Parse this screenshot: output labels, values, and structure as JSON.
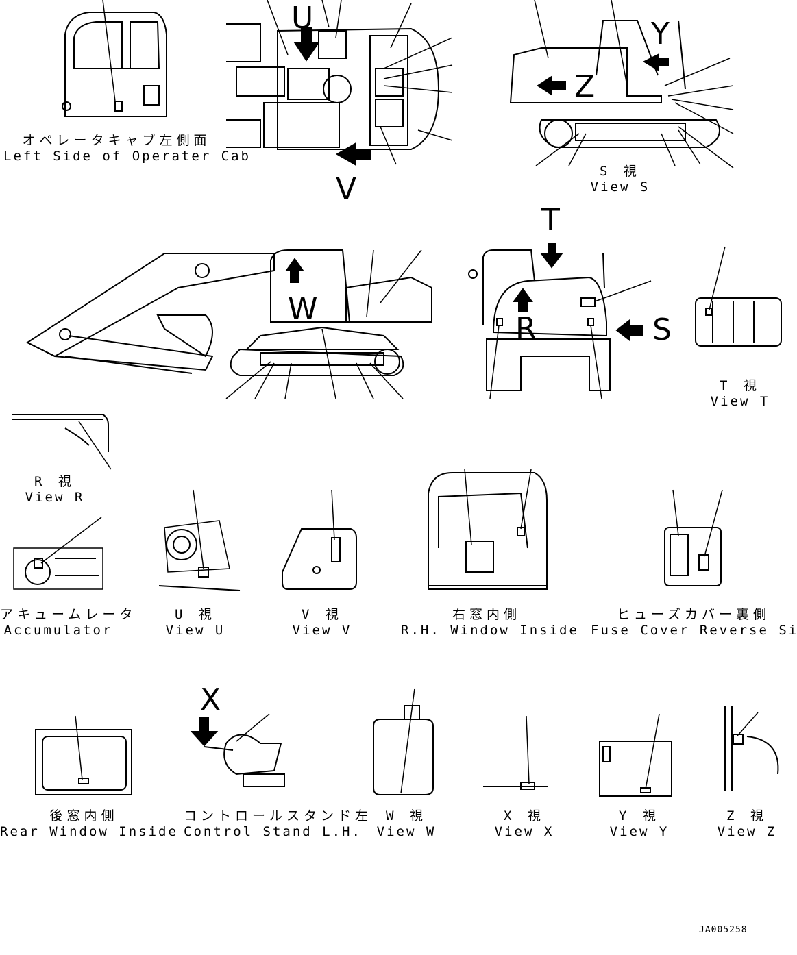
{
  "views": {
    "left_cab": {
      "jp": "オペレータキャブ左側面",
      "en": "Left Side of Operater Cab"
    },
    "view_s": {
      "jp": "S 視",
      "en": "View S"
    },
    "view_t": {
      "jp": "T 視",
      "en": "View T"
    },
    "view_r": {
      "jp": "R 視",
      "en": "View R"
    },
    "accumulator": {
      "jp": "アキュームレータ",
      "en": "Accumulator"
    },
    "view_u": {
      "jp": "U 視",
      "en": "View U"
    },
    "view_v": {
      "jp": "V 視",
      "en": "View V"
    },
    "rh_window": {
      "jp": "右窓内側",
      "en": "R.H. Window Inside"
    },
    "fuse_cover": {
      "jp": "ヒューズカバー裏側",
      "en": "Fuse Cover Reverse Side"
    },
    "rear_window": {
      "jp": "後窓内側",
      "en": "Rear Window Inside"
    },
    "control_stand": {
      "jp": "コントロールスタンド左",
      "en": "Control Stand L.H."
    },
    "view_w": {
      "jp": "W 視",
      "en": "View W"
    },
    "view_x": {
      "jp": "X 視",
      "en": "View X"
    },
    "view_y": {
      "jp": "Y 視",
      "en": "View Y"
    },
    "view_z": {
      "jp": "Z 視",
      "en": "View Z"
    }
  },
  "view_letters": {
    "u": "U",
    "v": "V",
    "y": "Y",
    "z": "Z",
    "w": "W",
    "t": "T",
    "r": "R",
    "s": "S",
    "x": "X"
  },
  "drawing_code": "JA005258"
}
